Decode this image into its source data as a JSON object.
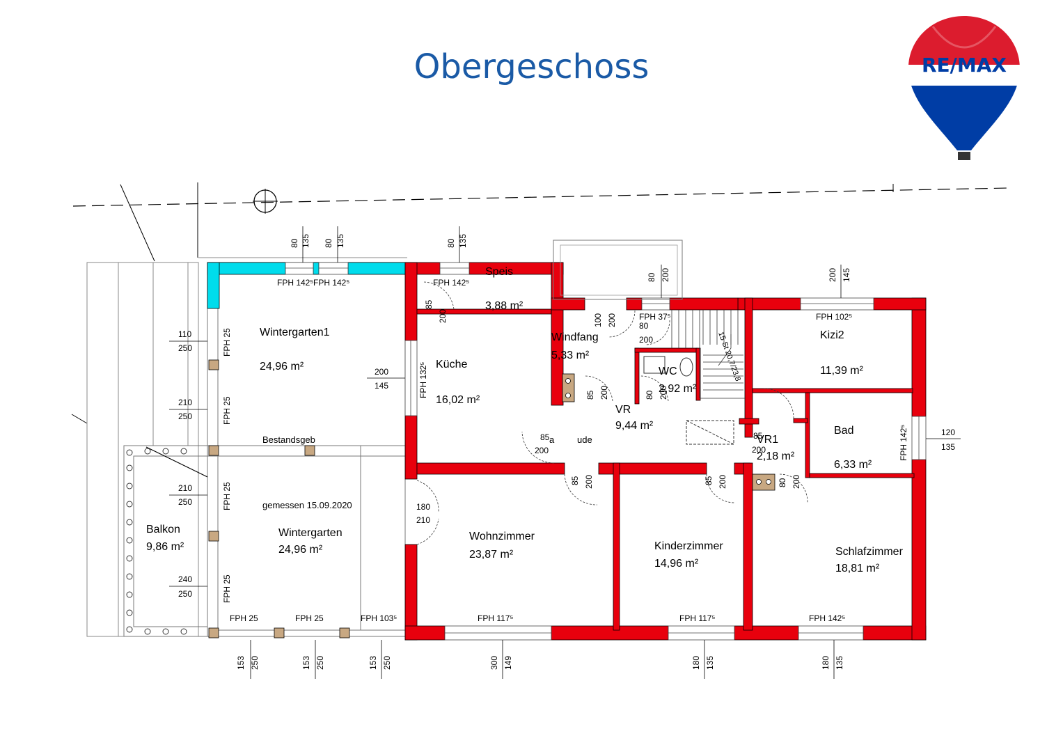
{
  "title": "Obergeschoss",
  "logo": {
    "text": "RE/MAX",
    "colors": {
      "red": "#dc1c2e",
      "blue": "#003da5"
    }
  },
  "colors": {
    "wall_existing": "#e8000d",
    "wall_new": "#00dcec",
    "column": "#c8a882",
    "title": "#1a5aa6"
  },
  "rooms": [
    {
      "name": "Wintergarten1",
      "area": "24,96 m²"
    },
    {
      "name": "Küche",
      "area": "16,02 m²"
    },
    {
      "name": "Speis",
      "area": "3,88 m²"
    },
    {
      "name": "Windfang",
      "area": "5,33 m²"
    },
    {
      "name": "WC",
      "area": "2,92 m²"
    },
    {
      "name": "VR",
      "area": "9,44 m²"
    },
    {
      "name": "VR1",
      "area": "2,18 m²"
    },
    {
      "name": "Kizi2",
      "area": "11,39 m²"
    },
    {
      "name": "Bad",
      "area": "6,33 m²"
    },
    {
      "name": "Balkon",
      "area": "9,86 m²"
    },
    {
      "name": "Wintergarten",
      "area": "24,96 m²"
    },
    {
      "name": "Wohnzimmer",
      "area": "23,87 m²"
    },
    {
      "name": "Kinderzimmer",
      "area": "14,96 m²"
    },
    {
      "name": "Schlafzimmer",
      "area": "18,81 m²"
    }
  ],
  "notes": {
    "bestand": "Bestandsgeb",
    "ude": "ude",
    "a": "a",
    "gemessen": "gemessen 15.09.2020",
    "stairs": "15 St 20,7/23,8"
  },
  "fph": [
    "FPH 142⁵",
    "FPH 142⁵",
    "FPH 142⁵",
    "FPH 37⁵",
    "FPH 102⁵",
    "FPH 132⁵",
    "FPH 25",
    "FPH 25",
    "FPH 25",
    "FPH 25",
    "FPH 25",
    "FPH 25",
    "FPH 103⁵",
    "FPH 117⁵",
    "FPH 117⁵",
    "FPH 142⁵"
  ],
  "dims": [
    "80",
    "135",
    "80",
    "135",
    "80",
    "135",
    "80",
    "200",
    "200",
    "145",
    "100",
    "200",
    "80",
    "200",
    "85",
    "200",
    "85",
    "200",
    "80",
    "200",
    "85",
    "200",
    "85",
    "200",
    "85",
    "200",
    "85",
    "200",
    "80",
    "200",
    "180",
    "210",
    "110",
    "250",
    "210",
    "250",
    "210",
    "250",
    "240",
    "250",
    "200",
    "145",
    "120",
    "135",
    "153",
    "250",
    "153",
    "250",
    "153",
    "250",
    "300",
    "149",
    "180",
    "135",
    "180",
    "135"
  ]
}
